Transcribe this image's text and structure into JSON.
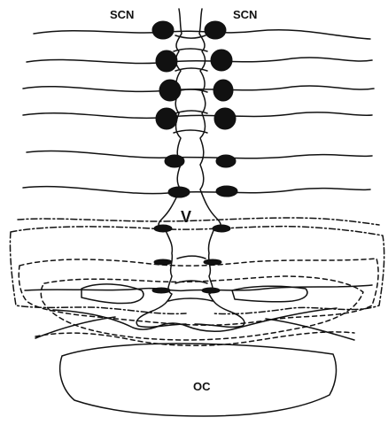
{
  "labels": {
    "scn_left": "SCN",
    "scn_right": "SCN",
    "ventricle": "V",
    "optic_chiasm": "OC"
  },
  "colors": {
    "ink": "#111111",
    "background": "#ffffff"
  }
}
